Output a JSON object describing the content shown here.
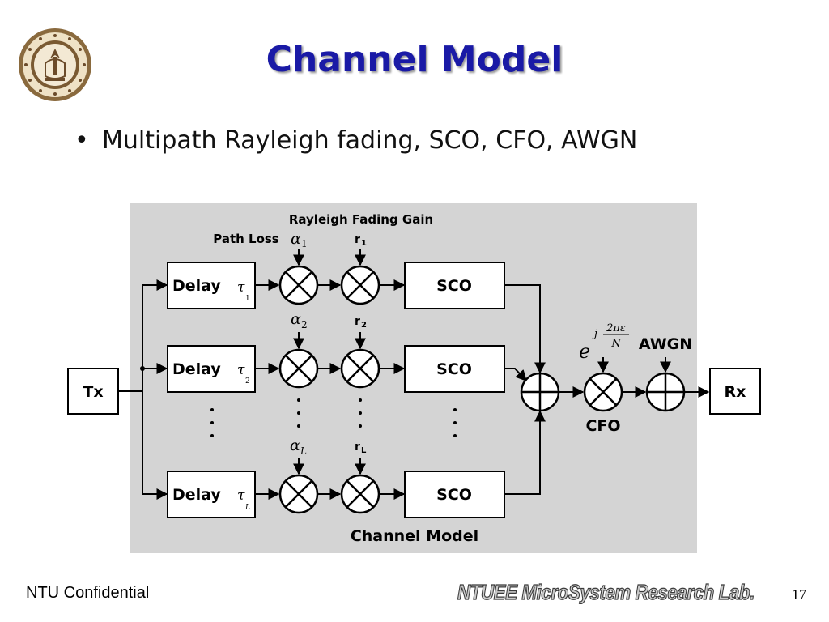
{
  "slide": {
    "title": "Channel Model",
    "bullets": [
      "Multipath Rayleigh fading, SCO, CFO, AWGN"
    ]
  },
  "diagram": {
    "rayleigh_label": "Rayleigh Fading Gain",
    "path_loss_label": "Path Loss",
    "alpha_symbol": "α",
    "tau_symbol": "τ",
    "r_symbol": "r",
    "subscripts": [
      "1",
      "2",
      "L"
    ],
    "delay_label": "Delay",
    "sco_label": "SCO",
    "tx_label": "Tx",
    "rx_label": "Rx",
    "cfo_label": "CFO",
    "awgn_label": "AWGN",
    "exp_base": "e",
    "exp_j": "j",
    "exp_numerator": "2πε",
    "exp_denominator": "N",
    "caption": "Channel Model",
    "panel_color": "#d4d4d4"
  },
  "footer": {
    "confidential": "NTU Confidential",
    "lab": "NTUEE MicroSystem Research Lab.",
    "page_number": "17"
  },
  "logo": {
    "icon": "ntu-seal-icon"
  },
  "colors": {
    "title": "#1a1aa6",
    "text": "#000000"
  }
}
